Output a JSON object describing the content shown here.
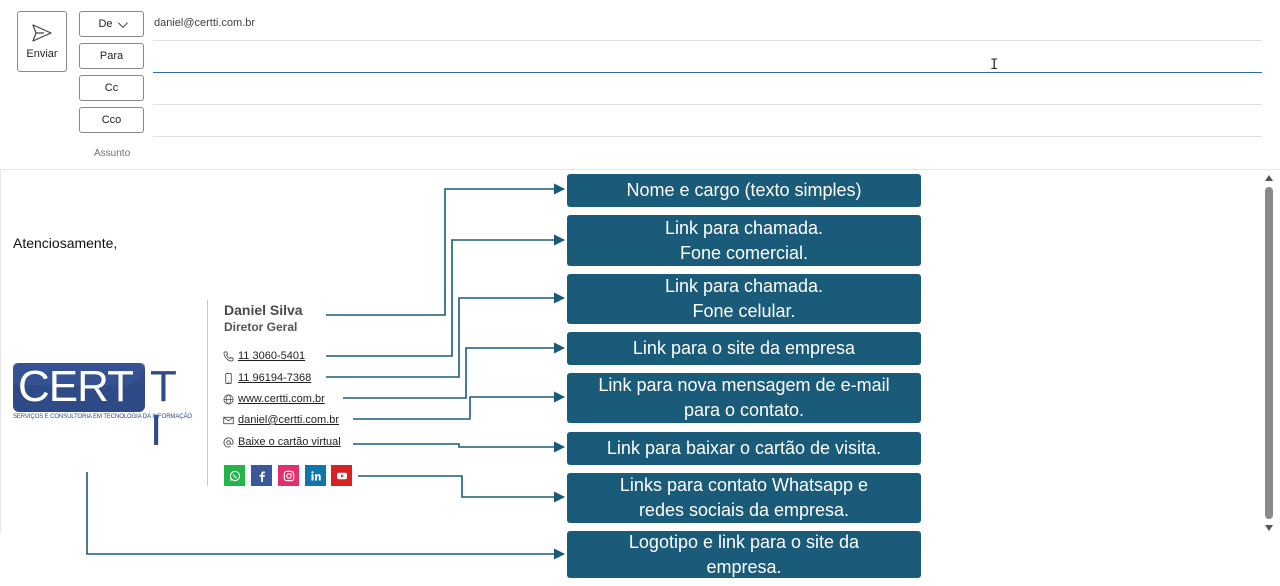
{
  "header": {
    "send_label": "Enviar",
    "from_label": "De",
    "to_label": "Para",
    "cc_label": "Cc",
    "bcc_label": "Cco",
    "subject_label": "Assunto",
    "from_value": "daniel@certti.com.br"
  },
  "body": {
    "greeting": "Atenciosamente,"
  },
  "logo": {
    "cert": "CERT",
    "ti": "T I",
    "tagline": "SERVIÇOS E CONSULTORIA EM TECNOLOGIA DA INFORMAÇÃO"
  },
  "signature": {
    "name": "Daniel Silva",
    "title": "Diretor Geral",
    "phone_office": "11 3060-5401",
    "phone_mobile": "11 96194-7368",
    "website": "www.certti.com.br",
    "email": "daniel@certti.com.br",
    "vcard": "Baixe o cartão virtual",
    "social_icons": [
      "whatsapp-icon",
      "facebook-icon",
      "instagram-icon",
      "linkedin-icon",
      "youtube-icon"
    ]
  },
  "callouts": [
    {
      "line1": "Nome e cargo (texto simples)",
      "line2": ""
    },
    {
      "line1": "Link para chamada.",
      "line2": "Fone comercial."
    },
    {
      "line1": "Link para chamada.",
      "line2": "Fone celular."
    },
    {
      "line1": "Link para o site da empresa",
      "line2": ""
    },
    {
      "line1": "Link para nova mensagem de e-mail",
      "line2": "para o contato."
    },
    {
      "line1": "Link para baixar o cartão de visita.",
      "line2": ""
    },
    {
      "line1": "Links para contato Whatsapp e",
      "line2": "redes sociais da empresa."
    },
    {
      "line1": "Logotipo e link para o site da",
      "line2": "empresa."
    }
  ],
  "colors": {
    "callout_bg": "#1a5b7a",
    "connector": "#1a5b7a",
    "brand_blue": "#2e4a87",
    "whatsapp": "#25b34b",
    "facebook": "#3b5998",
    "instagram": "#e1306c",
    "linkedin": "#0e76a8",
    "youtube": "#d62222"
  }
}
